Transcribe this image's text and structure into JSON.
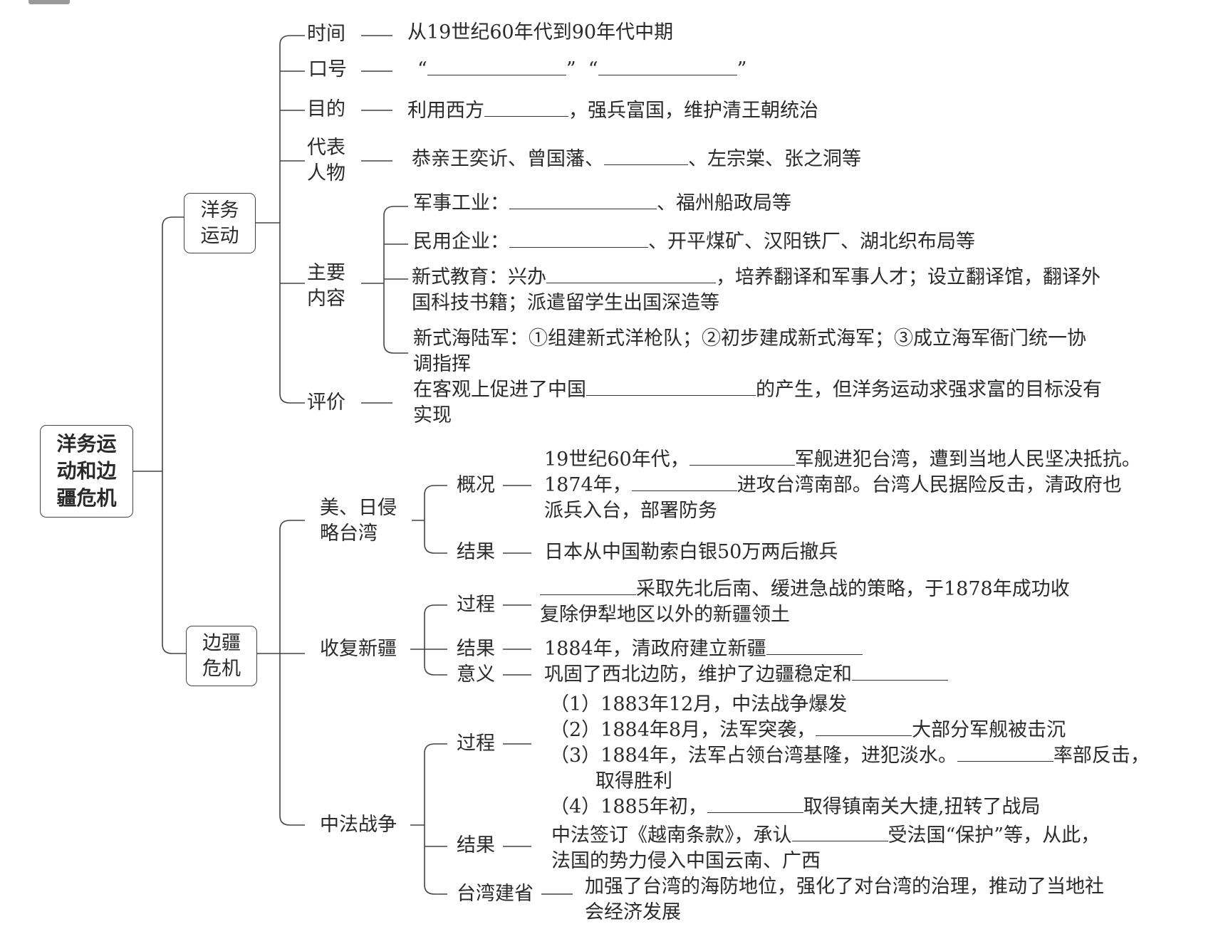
{
  "root": "洋务运动和边疆危机",
  "root_lines": [
    "洋务运",
    "动和边",
    "疆危机"
  ],
  "branch1": {
    "title_lines": [
      "洋务",
      "运动"
    ],
    "items": {
      "time_label": "时间",
      "time_text": "从19世纪60年代到90年代中期",
      "slogan_label": "口号",
      "slogan_q1_open": "“",
      "slogan_q1_close": "”",
      "slogan_q2_open": "“",
      "slogan_q2_close": "”",
      "purpose_label": "目的",
      "purpose_pre": "利用西方",
      "purpose_post": "，强兵富国，维护清王朝统治",
      "people_label_lines": [
        "代表",
        "人物"
      ],
      "people_pre": "恭亲王奕䜣、曾国藩、",
      "people_post": "、左宗棠、张之洞等",
      "content_label_lines": [
        "主要",
        "内容"
      ],
      "military_pre": "军事工业：",
      "military_post": "、福州船政局等",
      "civil_pre": "民用企业：",
      "civil_post": "、开平煤矿、汉阳铁厂、湖北织布局等",
      "edu_pre": "新式教育：兴办",
      "edu_post": "，培养翻译和军事人才；设立翻译馆，翻译外",
      "edu_line2": "国科技书籍；派遣留学生出国深造等",
      "army_line1": "新式海陆军：①组建新式洋枪队；②初步建成新式海军；③成立海军衙门统一协",
      "army_line2": "调指挥",
      "eval_label": "评价",
      "eval_pre": "在客观上促进了中国",
      "eval_post": "的产生，但洋务运动求强求富的目标没有",
      "eval_line2": "实现"
    }
  },
  "branch2": {
    "title_lines": [
      "边疆",
      "危机"
    ],
    "taiwan": {
      "label_lines": [
        "美、日侵",
        "略台湾"
      ],
      "overview_label": "概况",
      "ov1_pre": "19世纪60年代，",
      "ov1_post": "军舰进犯台湾，遭到当地人民坚决抵抗。",
      "ov2_pre": "1874年，",
      "ov2_post": "进攻台湾南部。台湾人民据险反击，清政府也",
      "ov3": "派兵入台，部署防务",
      "result_label": "结果",
      "result_text": "日本从中国勒索白银50万两后撤兵"
    },
    "xinjiang": {
      "label": "收复新疆",
      "process_label": "过程",
      "process_post": "采取先北后南、缓进急战的策略，于1878年成功收",
      "process_line2": "复除伊犁地区以外的新疆领土",
      "result_label": "结果",
      "result_pre": "1884年，清政府建立新疆",
      "meaning_label": "意义",
      "meaning_pre": "巩固了西北边防，维护了边疆稳定和"
    },
    "sinofrench": {
      "label": "中法战争",
      "process_label": "过程",
      "p1": "（1）1883年12月，中法战争爆发",
      "p2_pre": "（2）1884年8月，法军突袭，",
      "p2_post": "大部分军舰被击沉",
      "p3_pre": "（3）1884年，法军占领台湾基隆，进犯淡水。",
      "p3_post": "率部反击，",
      "p3_line2": "取得胜利",
      "p4_pre": "（4）1885年初，",
      "p4_post": "取得镇南关大捷,扭转了战局",
      "result_label": "结果",
      "result_pre": "中法签订《越南条款》，承认",
      "result_post": "受法国“保护”等，从此，",
      "result_line2": "法国的势力侵入中国云南、广西",
      "tw_label": "台湾建省",
      "tw_line1": "加强了台湾的海防地位，强化了对台湾的治理，推动了当地社",
      "tw_line2": "会经济发展"
    }
  }
}
